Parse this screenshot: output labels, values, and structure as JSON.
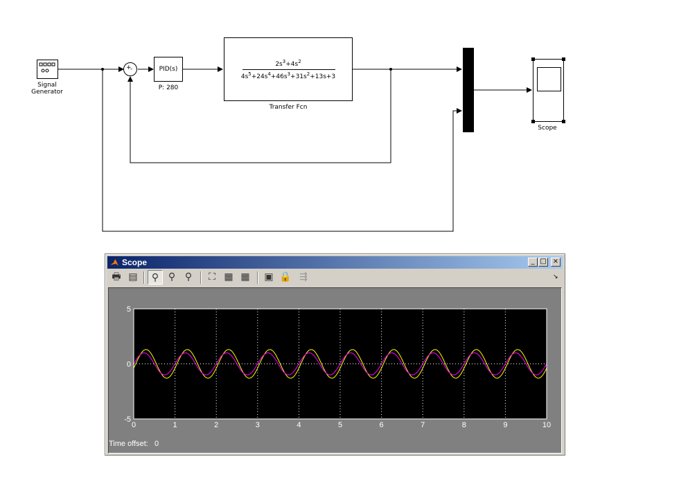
{
  "model": {
    "signal_generator": {
      "label_line1": "Signal",
      "label_line2": "Generator"
    },
    "sum": {
      "plus": "+",
      "minus": "-"
    },
    "pid": {
      "text": "PID(s)",
      "param": "P: 280"
    },
    "transfer_fcn": {
      "label": "Transfer Fcn",
      "num": [
        {
          "t": "2s"
        },
        {
          "s": "3"
        },
        {
          "t": "+4s"
        },
        {
          "s": "2"
        }
      ],
      "den": [
        {
          "t": "4s"
        },
        {
          "s": "5"
        },
        {
          "t": "+24s"
        },
        {
          "s": "4"
        },
        {
          "t": "+46s"
        },
        {
          "s": "3"
        },
        {
          "t": "+31s"
        },
        {
          "s": "2"
        },
        {
          "t": "+13s+3"
        }
      ]
    },
    "scope": {
      "label": "Scope"
    }
  },
  "scope_window": {
    "title": "Scope",
    "controls": {
      "minimize": "_",
      "maximize": "□",
      "close": "×"
    },
    "toolbar": [
      {
        "name": "print-icon",
        "glyph": "🖶"
      },
      {
        "name": "parameters-icon",
        "glyph": "▤"
      },
      {
        "name": "zoom-icon",
        "glyph": "⚲"
      },
      {
        "name": "zoom-x-icon",
        "glyph": "⚲"
      },
      {
        "name": "zoom-y-icon",
        "glyph": "⚲"
      },
      {
        "name": "autoscale-icon",
        "glyph": "⛶"
      },
      {
        "name": "save-axes-icon",
        "glyph": "▦"
      },
      {
        "name": "restore-axes-icon",
        "glyph": "▦"
      },
      {
        "name": "floating-scope-icon",
        "glyph": "▣"
      },
      {
        "name": "lock-axes-icon",
        "glyph": "🔒"
      },
      {
        "name": "signal-selection-icon",
        "glyph": "⇶"
      }
    ],
    "time_offset_label": "Time offset:",
    "time_offset_value": "0"
  },
  "chart_data": {
    "type": "line",
    "xlim": [
      0,
      10
    ],
    "ylim": [
      -5,
      5
    ],
    "x_ticks": [
      "0",
      "1",
      "2",
      "3",
      "4",
      "5",
      "6",
      "7",
      "8",
      "9",
      "10"
    ],
    "y_ticks": [
      "5",
      "0",
      "-5"
    ],
    "grid": true,
    "background": "#000000",
    "series": [
      {
        "color": "#ffff00",
        "amplitude": 1.3,
        "frequency_hz": 1.0,
        "phase_rad": 0.3
      },
      {
        "color": "#ff00ff",
        "amplitude": 1.0,
        "frequency_hz": 1.0,
        "phase_rad": 0.0
      }
    ]
  }
}
